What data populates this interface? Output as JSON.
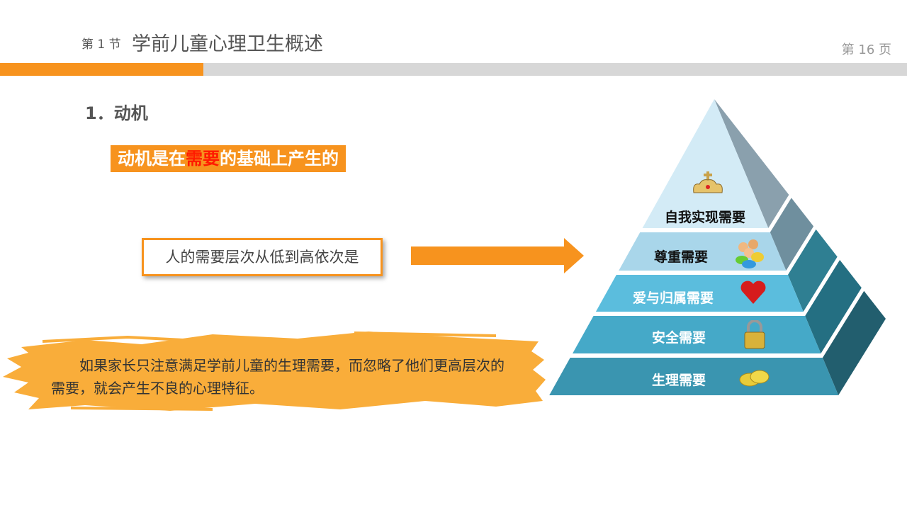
{
  "header": {
    "section": "第 1 节",
    "title": "学前儿童心理卫生概述",
    "page": "第 16 页"
  },
  "heading": "1．动机",
  "tag": {
    "before": "动机是在",
    "highlight": "需要",
    "after": "的基础上产生的"
  },
  "box_text": "人的需要层次从低到高依次是",
  "note": "如果家长只注意满足学前儿童的生理需要，而忽略了他们更高层次的需要，就会产生不良的心理特征。",
  "pyramid": {
    "levels": [
      {
        "label": "自我实现需要",
        "icon": "crown-icon"
      },
      {
        "label": "尊重需要",
        "icon": "people-icon"
      },
      {
        "label": "爱与归属需要",
        "icon": "heart-icon"
      },
      {
        "label": "安全需要",
        "icon": "lock-icon"
      },
      {
        "label": "生理需要",
        "icon": "coins-icon"
      }
    ]
  },
  "colors": {
    "accent": "#f7931e",
    "highlight": "#ff1a00",
    "bar_gray": "#d7d7d7"
  }
}
